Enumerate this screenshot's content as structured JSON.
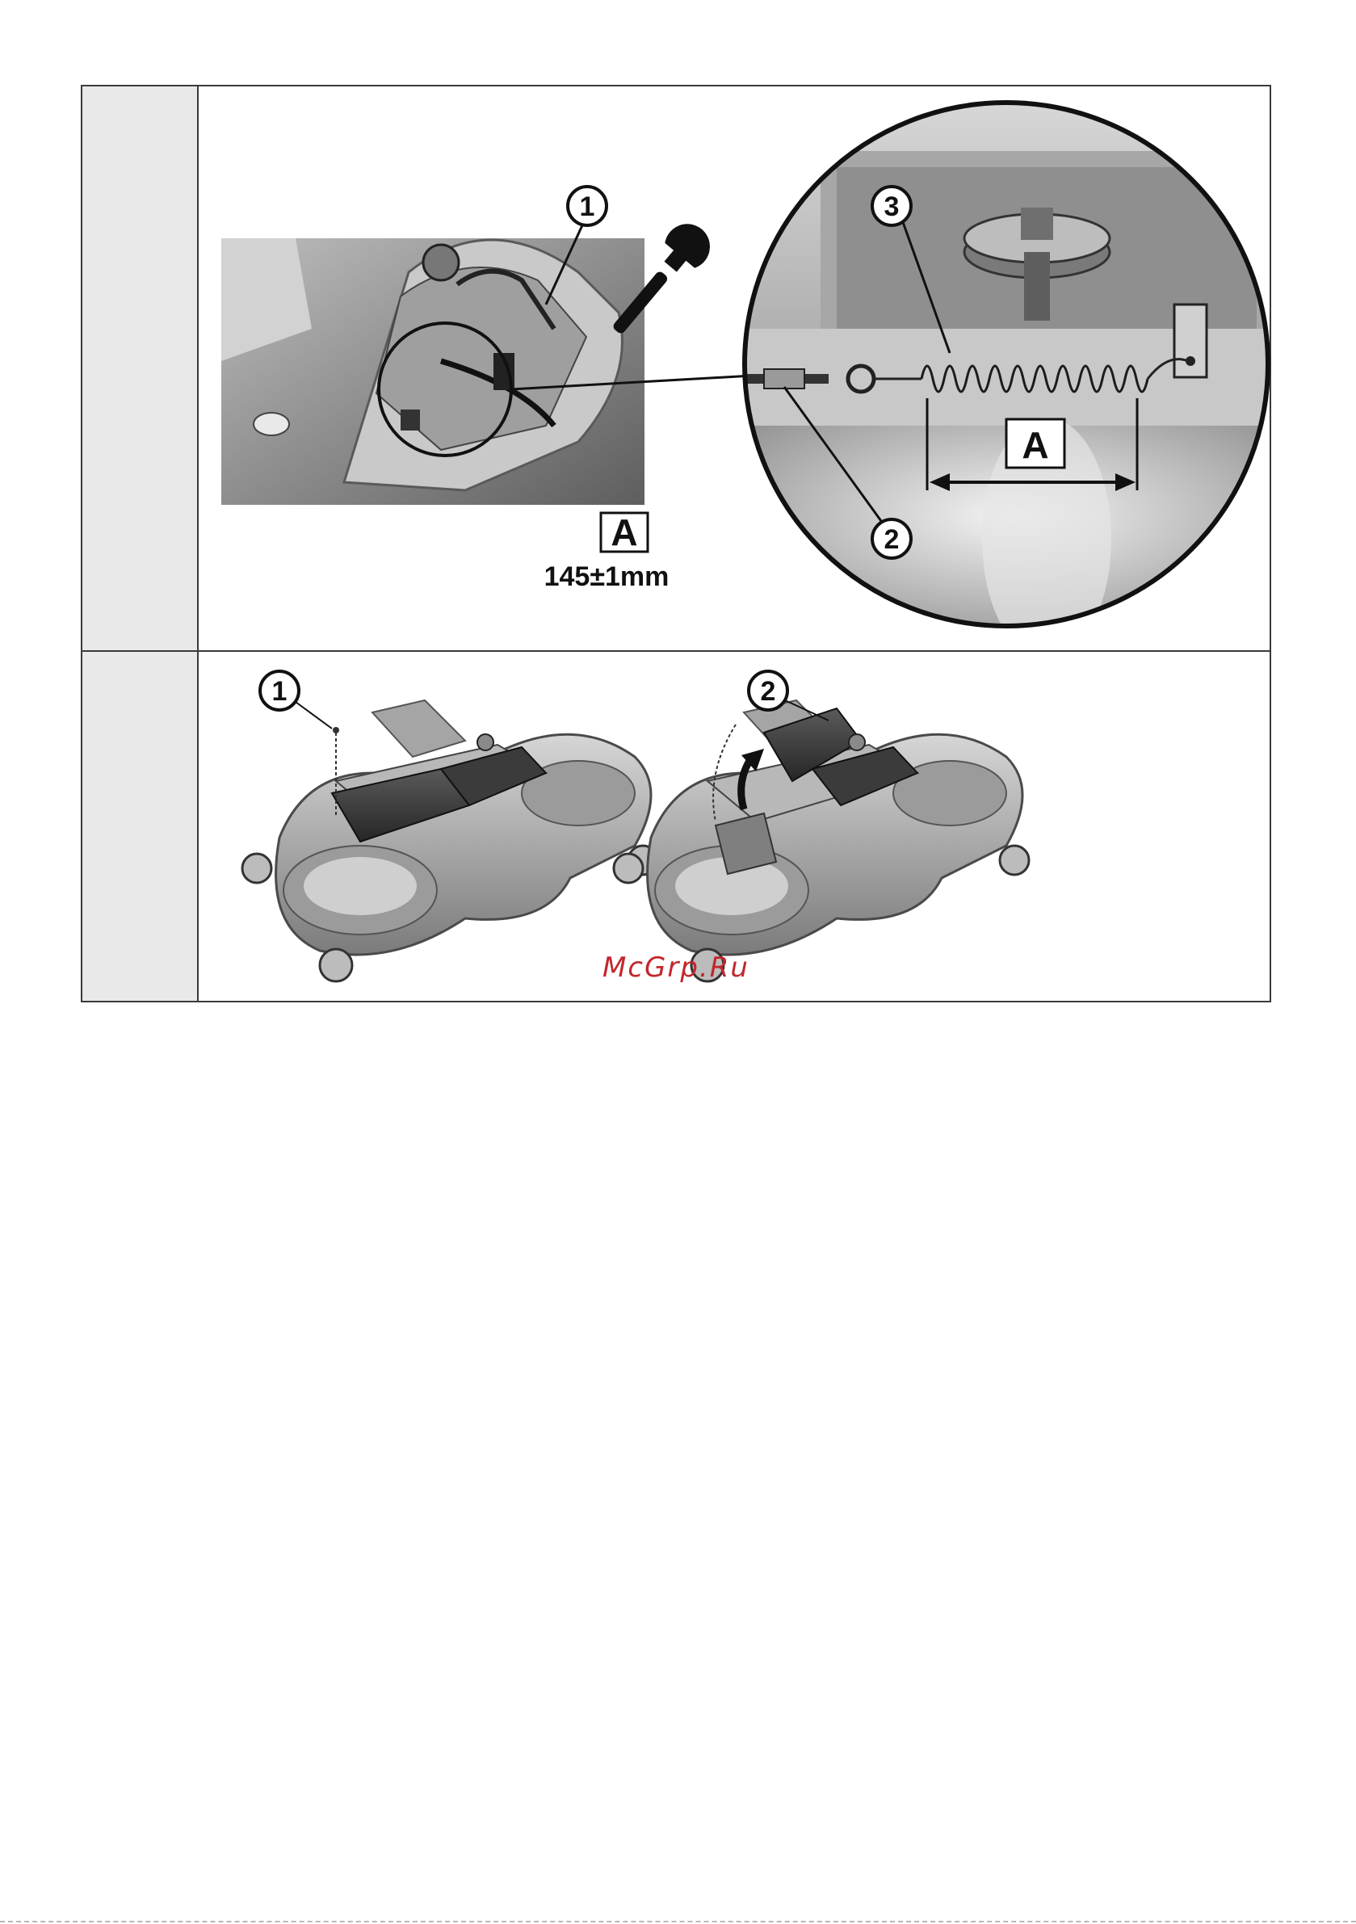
{
  "figure1": {
    "callouts": [
      "1",
      "2",
      "3"
    ],
    "dimension_label": "A",
    "dimension_value": "145±1mm",
    "tool_icon": "wrench-icon"
  },
  "figure2": {
    "callouts": [
      "1",
      "2"
    ],
    "arrow_icon": "curved-arrow-up-icon"
  },
  "watermark": "McGrp.Ru"
}
